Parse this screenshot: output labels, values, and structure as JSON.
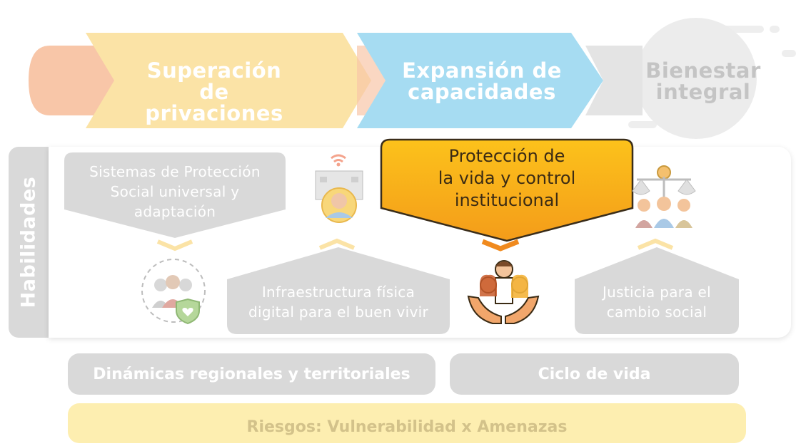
{
  "stages": [
    {
      "line1": "Superación",
      "line2": "de privaciones"
    },
    {
      "line1": "Expansión de",
      "line2": "capacidades"
    },
    {
      "line1": "Bienestar",
      "line2": "integral"
    }
  ],
  "side_label": "Habilidades",
  "highlight": {
    "line1": "Protección de",
    "line2": "la vida y control",
    "line3": "institucional"
  },
  "pillars": {
    "social": {
      "line1": "Sistemas de Protección",
      "line2": "Social universal y",
      "line3": "adaptación"
    },
    "infra": {
      "line1": "Infraestructura física",
      "line2": "digital para el buen vivir"
    },
    "justice": {
      "line1": "Justicia para el",
      "line2": "cambio social"
    }
  },
  "bars": {
    "regional": "Dinámicas regionales y territoriales",
    "lifecycle": "Ciclo de vida",
    "risks": "Riesgos: Vulnerabilidad x Amenazas"
  },
  "colors": {
    "peach": "#f8c6a8",
    "yellow": "#fbe3a6",
    "blue": "#a6dcf2",
    "gray": "#d9d9d9",
    "orange": "#f6a81c",
    "risk_bg": "#fdeeb0"
  }
}
